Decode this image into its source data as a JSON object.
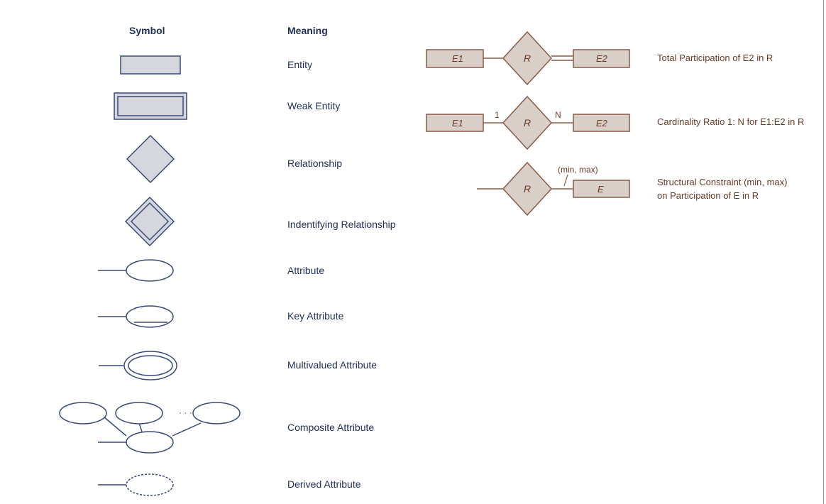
{
  "headers": {
    "symbol": "Symbol",
    "meaning": "Meaning"
  },
  "meanings": [
    "Entity",
    "Weak Entity",
    "Relationship",
    "Indentifying Relationship",
    "Attribute",
    "Key Attribute",
    "Multivalued Attribute",
    "Composite Attribute",
    "Derived Attribute"
  ],
  "examples": {
    "total": {
      "left_entity": "E1",
      "relationship": "R",
      "right_entity": "E2",
      "description": "Total Participation of E2 in R"
    },
    "cardinality": {
      "left_entity": "E1",
      "relationship": "R",
      "right_entity": "E2",
      "left_ratio": "1",
      "right_ratio": "N",
      "description": "Cardinality Ratio 1: N for E1:E2 in R"
    },
    "structural": {
      "relationship": "R",
      "entity": "E",
      "constraint": "(min, max)",
      "description_line1": "Structural Constraint (min, max)",
      "description_line2": "on Participation of E in R"
    }
  },
  "composite_ellipsis": "· · ·",
  "colors": {
    "symbol_fill": "#d6d7de",
    "symbol_stroke": "#3a4a78",
    "example_fill": "#d9cfc9",
    "example_stroke": "#8a5a48",
    "meaning_text": "#1f2f55",
    "example_text": "#6b3a25"
  }
}
